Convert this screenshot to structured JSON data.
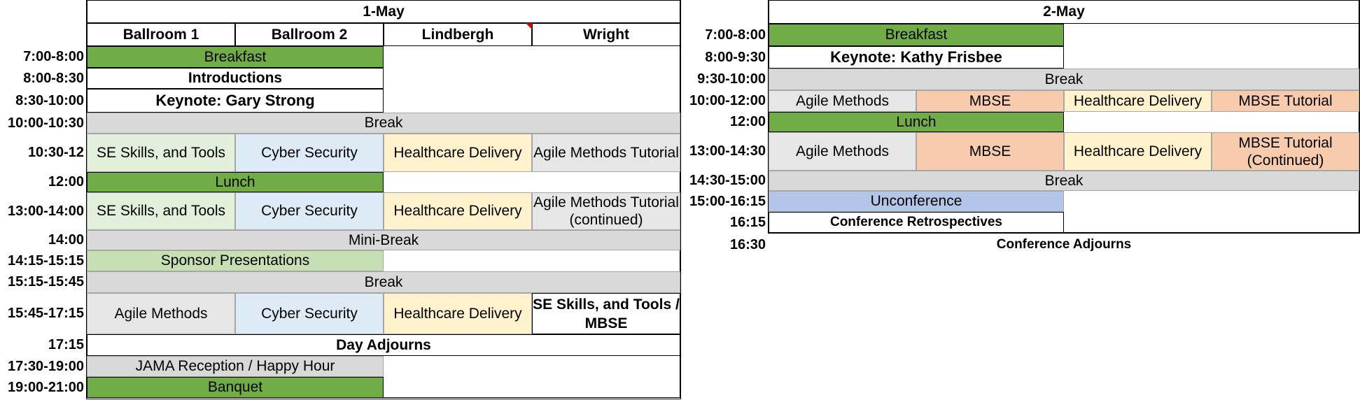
{
  "day1": {
    "title": "1-May",
    "rooms": [
      "Ballroom 1",
      "Ballroom 2",
      "Lindbergh",
      "Wright"
    ],
    "times": [
      "7:00-8:00",
      "8:00-8:30",
      "8:30-10:00",
      "10:00-10:30",
      "10:30-12",
      "12:00",
      "13:00-14:00",
      "14:00",
      "14:15-15:15",
      "15:15-15:45",
      "15:45-17:15",
      "17:15",
      "17:30-19:00",
      "19:00-21:00"
    ],
    "breakfast": "Breakfast",
    "introductions": "Introductions",
    "keynote": "Keynote: Gary Strong",
    "break": "Break",
    "lunch": "Lunch",
    "mini_break": "Mini-Break",
    "sponsor": "Sponsor Presentations",
    "day_adjourns": "Day Adjourns",
    "reception": "JAMA Reception / Happy Hour",
    "banquet": "Banquet",
    "session1030": [
      "SE Skills, and Tools",
      "Cyber Security",
      "Healthcare Delivery",
      "Agile Methods Tutorial"
    ],
    "session1300": [
      "SE Skills, and Tools",
      "Cyber Security",
      "Healthcare Delivery",
      "Agile Methods Tutorial (continued)"
    ],
    "session1545": [
      "Agile Methods",
      "Cyber Security",
      "Healthcare Delivery",
      "SE Skills, and Tools / MBSE"
    ]
  },
  "day2": {
    "title": "2-May",
    "times": [
      "7:00-8:00",
      "8:00-9:30",
      "9:30-10:00",
      "10:00-12:00",
      "12:00",
      "13:00-14:30",
      "14:30-15:00",
      "15:00-16:15",
      "16:15",
      "16:30"
    ],
    "breakfast": "Breakfast",
    "keynote": "Keynote: Kathy Frisbee",
    "break": "Break",
    "lunch": "Lunch",
    "unconference": "Unconference",
    "retrospectives": "Conference Retrospectives",
    "adjourns": "Conference Adjourns",
    "session1000": [
      "Agile Methods",
      "MBSE",
      "Healthcare Delivery",
      "MBSE Tutorial"
    ],
    "session1300": [
      "Agile Methods",
      "MBSE",
      "Healthcare Delivery",
      "MBSE Tutorial (Continued)"
    ]
  },
  "colors": {
    "meal": "#70ad47",
    "sponsor": "#c6e0b4",
    "se_track": "#e2efda",
    "cyber_track": "#ddebf7",
    "healthcare_track": "#fff2cc",
    "break": "#d9d9d9",
    "agile_track": "#e7e6e6",
    "mbse_track": "#f8cbad",
    "unconference": "#b4c6e7",
    "comment_marker": "#e00000"
  }
}
